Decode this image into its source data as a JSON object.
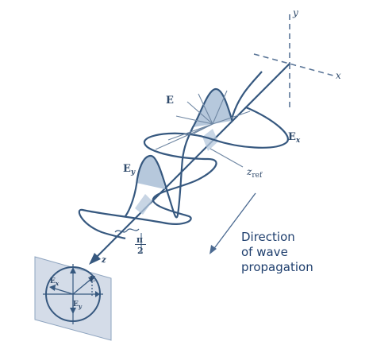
{
  "axes": {
    "x": "x",
    "y": "y",
    "z": "z"
  },
  "labels": {
    "E": "E",
    "Ex_base": "E",
    "Ex_sub": "x",
    "Ey_base": "E",
    "Ey_sub": "y",
    "zref_base": "z",
    "zref_sub": "ref",
    "pi": "π",
    "two": "2"
  },
  "inset": {
    "E": "E",
    "Ex_base": "E",
    "Ex_sub": "x",
    "Ey_base": "E",
    "Ey_sub": "y"
  },
  "caption": {
    "line1": "Direction",
    "line2": "of wave",
    "line3": "propagation"
  },
  "colors": {
    "line": "#36587f",
    "fill": "#b6c8dc",
    "panel": "#d4dce8",
    "text": "#2f4a6b",
    "caption": "#1f3f6e"
  }
}
